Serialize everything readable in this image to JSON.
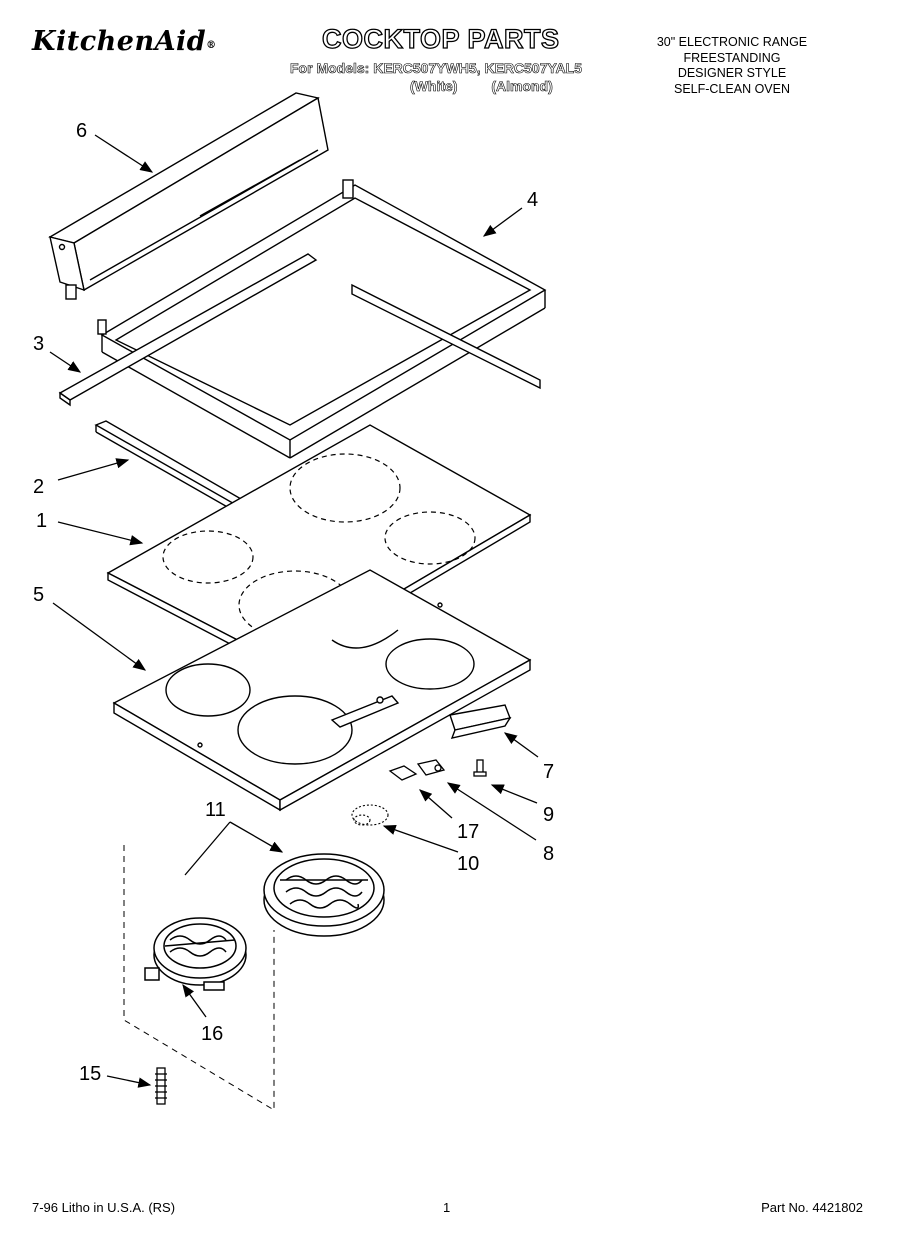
{
  "header": {
    "brand": "KitchenAid",
    "brand_mark": "®",
    "title": "COCKTOP PARTS",
    "models_line": "For Models: KERC507YWH5, KERC507YAL5",
    "variants": [
      "(White)",
      "(Almond)"
    ],
    "description_lines": [
      "30\" ELECTRONIC RANGE",
      "FREESTANDING",
      "DESIGNER STYLE",
      "SELF-CLEAN OVEN"
    ]
  },
  "callouts": [
    "6",
    "4",
    "3",
    "2",
    "1",
    "5",
    "7",
    "9",
    "17",
    "8",
    "10",
    "11",
    "16",
    "15"
  ],
  "footer": {
    "left": "7-96 Litho in U.S.A. (RS)",
    "center": "1",
    "right": "Part No. 4421802"
  }
}
